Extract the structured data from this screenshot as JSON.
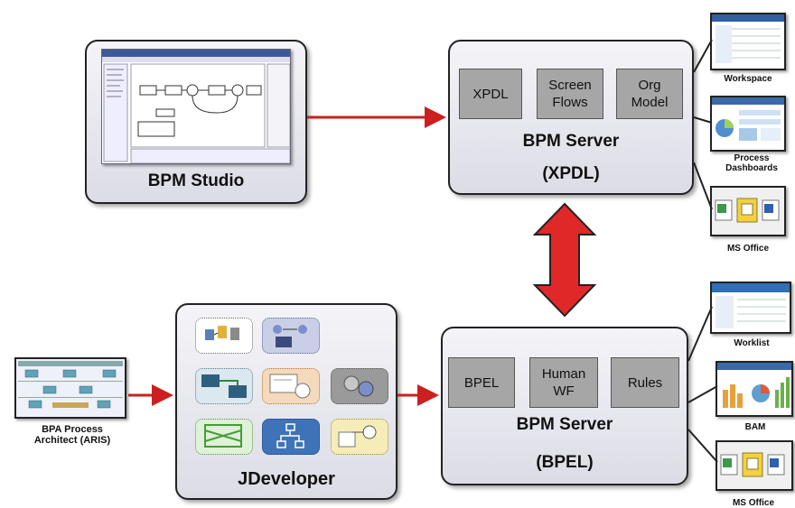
{
  "bpm_studio": {
    "label": "BPM Studio"
  },
  "bpm_server_xpdl": {
    "chips": [
      "XPDL",
      "Screen\nFlows",
      "Org\nModel"
    ],
    "title": "BPM Server",
    "subtitle": "(XPDL)"
  },
  "bpm_server_bpel": {
    "chips": [
      "BPEL",
      "Human\nWF",
      "Rules"
    ],
    "title": "BPM Server",
    "subtitle": "(BPEL)"
  },
  "jdeveloper": {
    "label": "JDeveloper"
  },
  "architect": {
    "label": "BPA Process\nArchitect (ARIS)"
  },
  "xpdl_outputs": [
    "Workspace",
    "Process\nDashboards",
    "MS Office"
  ],
  "bpel_outputs": [
    "Worklist",
    "BAM",
    "MS Office"
  ],
  "colors": {
    "arrow": "#cc1f1f",
    "chip": "#a6a6a6",
    "box_border": "#222222"
  }
}
